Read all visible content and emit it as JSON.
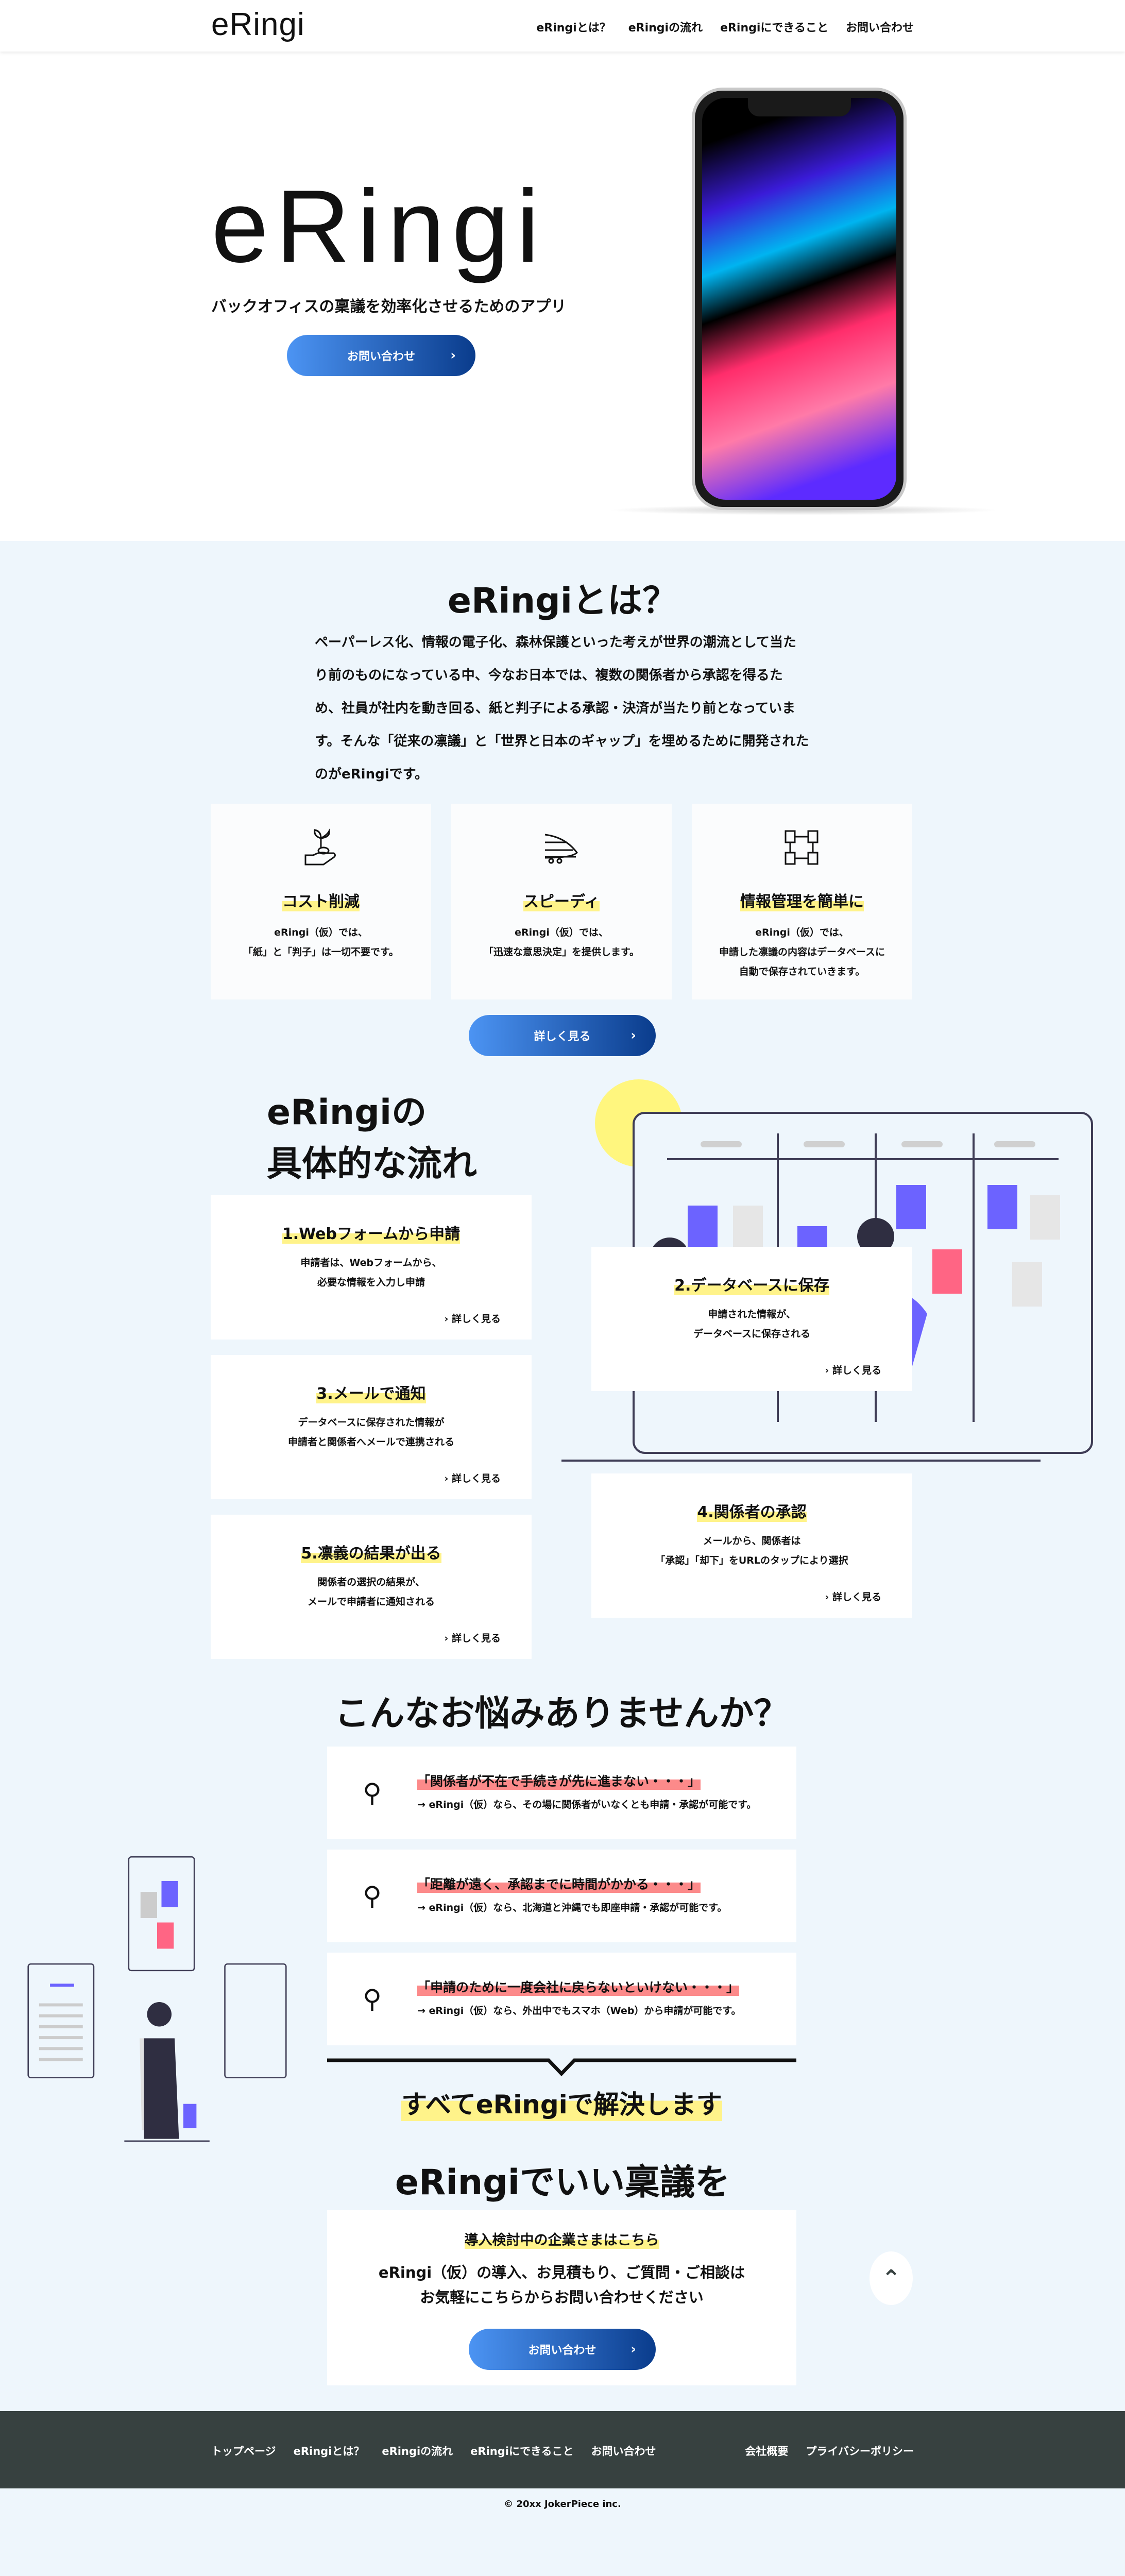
{
  "header": {
    "logo": "eRingi",
    "nav": [
      "eRingiとは？",
      "eRingiの流れ",
      "eRingiにできること",
      "お問い合わせ"
    ]
  },
  "hero": {
    "title": "eRingi",
    "subtitle": "バックオフィスの稟議を効率化させるためのアプリ",
    "cta": "お問い合わせ"
  },
  "about": {
    "title": "eRingiとは？",
    "paragraph": "ペーパーレス化、情報の電子化、森林保護といった考えが世界の潮流として当たり前のものになっている中、今なお日本では、複数の関係者から承認を得るため、社員が社内を動き回る、紙と判子による承認・決済が当たり前となっています。そんな「従来の凛議」と「世界と日本のギャップ」を埋めるために開発されたのがeRingiです。",
    "features": [
      {
        "icon": "plant-hand-icon",
        "title": "コスト削減",
        "lines": [
          "eRingi（仮）では、",
          "「紙」と「判子」は一切不要です。"
        ]
      },
      {
        "icon": "bullet-train-icon",
        "title": "スピーディ",
        "lines": [
          "eRingi（仮）では、",
          "「迅速な意思決定」を提供します。"
        ]
      },
      {
        "icon": "network-icon",
        "title": "情報管理を簡単に",
        "lines": [
          "eRingi（仮）では、",
          "申請した凛議の内容はデータベースに",
          "自動で保存されていきます。"
        ]
      }
    ],
    "more": "詳しく見る"
  },
  "flow": {
    "title_1": "eRingiの",
    "title_2": "具体的な流れ",
    "more": "詳しく見る",
    "steps": [
      {
        "title": "1.Webフォームから申請",
        "lines": [
          "申請者は、Webフォームから、",
          "必要な情報を入力し申請"
        ]
      },
      {
        "title": "2.データベースに保存",
        "lines": [
          "申請された情報が、",
          "データベースに保存される"
        ]
      },
      {
        "title": "3.メールで通知",
        "lines": [
          "データベースに保存された情報が",
          "申請者と関係者へメールで連携される"
        ]
      },
      {
        "title": "4.関係者の承認",
        "lines": [
          "メールから、関係者は",
          "「承認」「却下」をURLのタップにより選択"
        ]
      },
      {
        "title": "5.凛義の結果が出る",
        "lines": [
          "関係者の選択の結果が、",
          "メールで申請者に通知される"
        ]
      }
    ]
  },
  "troubles": {
    "title": "こんなお悩みありませんか？",
    "items": [
      {
        "problem": "「関係者が不在で手続きが先に進まない・・・」",
        "solution": "eRingi（仮）なら、その場に関係者がいなくとも申請・承認が可能です。"
      },
      {
        "problem": "「距離が遠く、承認までに時間がかかる・・・」",
        "solution": "eRingi（仮）なら、北海道と沖縄でも即座申請・承認が可能です。"
      },
      {
        "problem": "「申請のために一度会社に戻らないといけない・・・」",
        "solution": "eRingi（仮）なら、外出中でもスマホ（Web）から申請が可能です。"
      }
    ],
    "arrow": "→",
    "resolve": "すべてeRingiで解決します"
  },
  "cta": {
    "title": "eRingiでいい稟議を",
    "heading": "導入検討中の企業さまはこちら",
    "line1": "eRingi（仮）の導入、お見積もり、ご質問・ご相談は",
    "line2": "お気軽にこちらからお問い合わせください",
    "button": "お問い合わせ"
  },
  "footer": {
    "links": [
      "トップページ",
      "eRingiとは？",
      "eRingiの流れ",
      "eRingiにできること",
      "お問い合わせ"
    ],
    "right_links": [
      "会社概要",
      "プライバシーポリシー"
    ],
    "copyright": "© 20xx JokerPiece inc."
  },
  "colors": {
    "accent_gradient_start": "#4c94f3",
    "accent_gradient_end": "#0a3c8c",
    "highlight_yellow": "#fff38a",
    "highlight_red": "#fc8a8a",
    "section_bg": "#eef6fc",
    "footer_bg": "#374140",
    "illustration_purple": "#6c63ff",
    "illustration_pink": "#ff6584"
  }
}
